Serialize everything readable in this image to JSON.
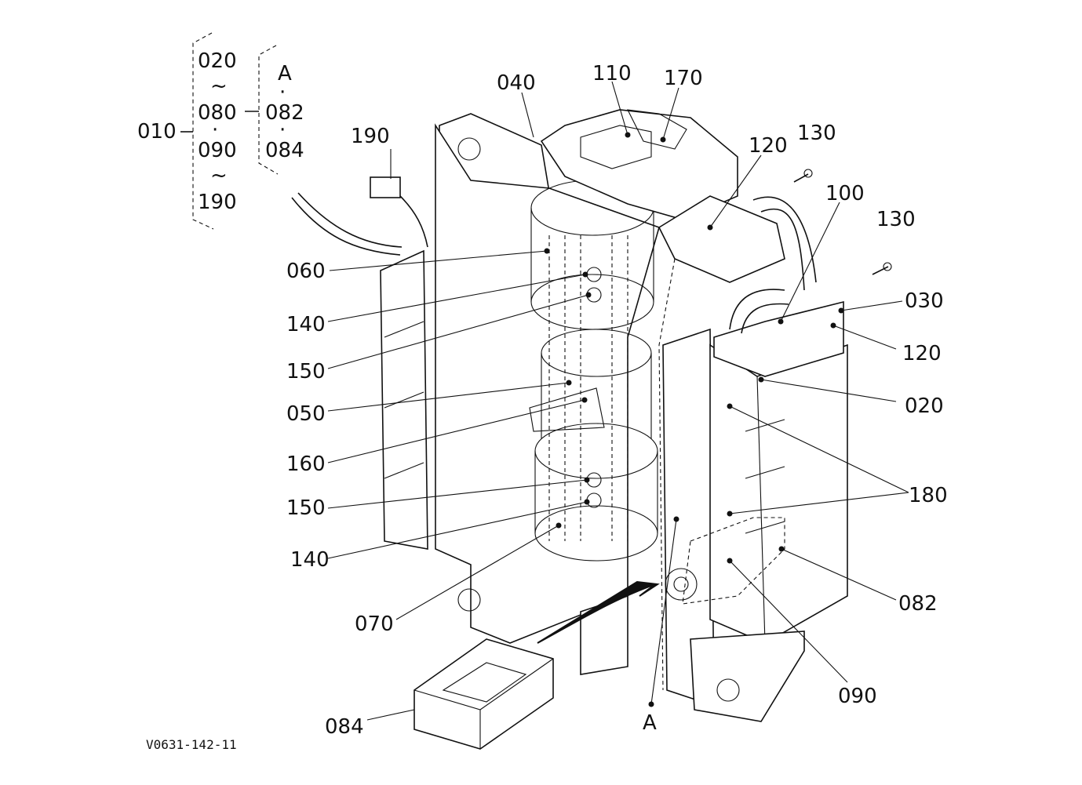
{
  "drawing_id": "V0631-142-11",
  "group": {
    "main": "010",
    "list1": [
      "020",
      "~",
      "080",
      "·",
      "090",
      "~",
      "190"
    ],
    "list2": [
      "A",
      "·",
      "082",
      "·",
      "084"
    ]
  },
  "callouts": {
    "c040": "040",
    "c110": "110",
    "c170": "170",
    "c190": "190",
    "c120a": "120",
    "c130a": "130",
    "c100": "100",
    "c130b": "130",
    "c060": "060",
    "c030": "030",
    "c140a": "140",
    "c120b": "120",
    "c150a": "150",
    "c020": "020",
    "c050": "050",
    "c160": "160",
    "c180": "180",
    "c150b": "150",
    "c140b": "140",
    "c082": "082",
    "c070": "070",
    "c090": "090",
    "c084": "084",
    "cA": "A"
  }
}
